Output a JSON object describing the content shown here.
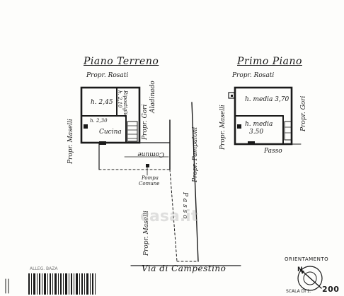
{
  "ground_floor": {
    "title": "Piano Terreno",
    "prop_north": "Propr. Rosati",
    "prop_west": "Propr. Maselli",
    "prop_east": "Propr. Gori",
    "prop_east2": "Aladinado",
    "prop_pampaloni": "Propr. Pampaloni",
    "room1_height": "h. 2,45",
    "room2_height": "h. 2,30",
    "room2_name": "Cucina",
    "ripostiglio_height": "h. 2,10",
    "ripostiglio": "Ripostiglio",
    "comune_label": "Comune",
    "pump_label": "Pompa",
    "pump_label2": "Comune",
    "lower_maselli": "Propr. Maselli",
    "passo": "P a s s o",
    "street": "Via di Campestino"
  },
  "first_floor": {
    "title": "Primo Piano",
    "prop_north": "Propr. Rosati",
    "prop_west": "Propr. Maselli",
    "prop_east": "Propr. Gori",
    "room1_height": "h. media 3,70",
    "room2_height": "h. media",
    "room2_height_value": "3.50",
    "passo": "Passo"
  },
  "compass": {
    "title": "ORIENTAMENTO",
    "north_letter": "N"
  },
  "scale": {
    "label": "SCALA DI 1:",
    "value": "200"
  },
  "stamp_text": "ALLEG. BAZA",
  "watermark": "casa.it",
  "colors": {
    "ink": "#1a1a1a",
    "paper": "#fdfdfb",
    "watermark": "#bcbcbc"
  }
}
